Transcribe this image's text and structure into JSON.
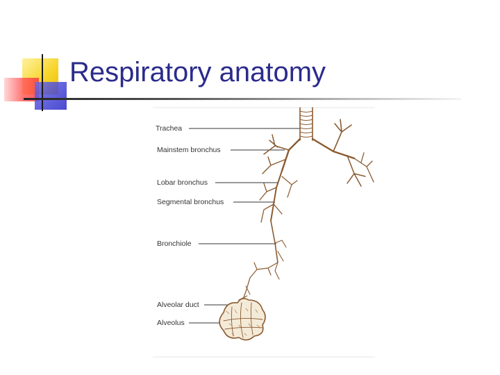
{
  "slide": {
    "title": "Respiratory anatomy"
  },
  "figure": {
    "labels": [
      "Trachea",
      "Mainstem bronchus",
      "Lobar bronchus",
      "Segmental bronchus",
      "Bronchiole",
      "Alveolar duct",
      "Alveolus"
    ]
  },
  "colors": {
    "title": "#2b2b8c",
    "drawing": "#8a5a30",
    "ornament_yellow": "#f7d428",
    "ornament_red": "#ff3b3b",
    "ornament_blue": "#2a2ac8"
  }
}
